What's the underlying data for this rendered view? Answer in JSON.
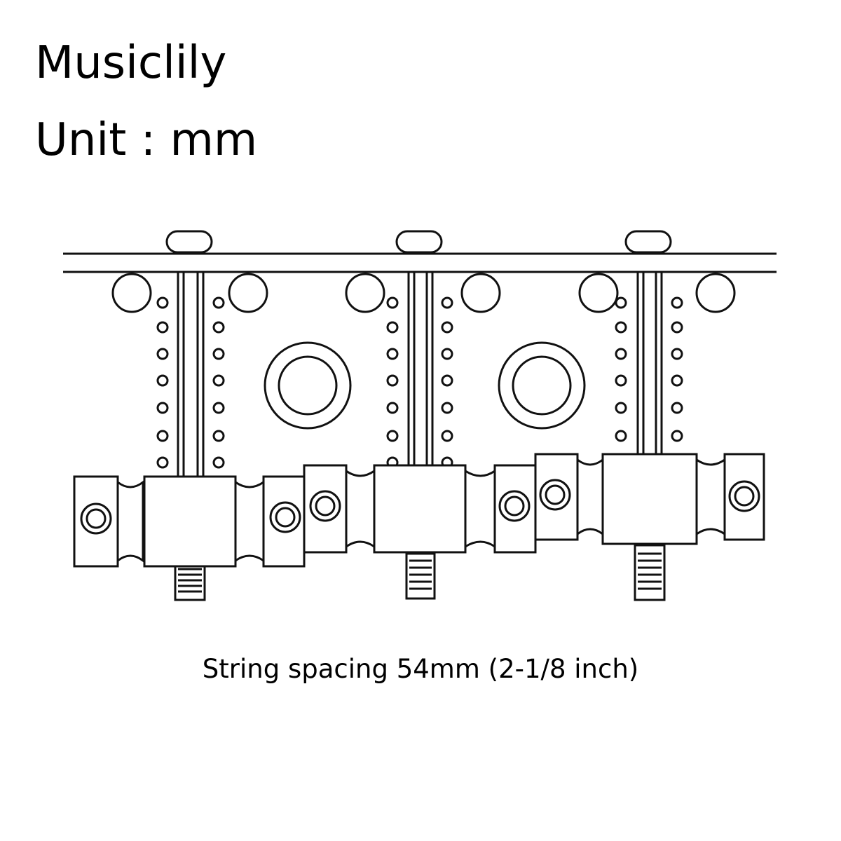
{
  "brand": "Musiclily",
  "unit_label": "Unit : mm",
  "caption": "String spacing 54mm (2-1/8 inch)",
  "diagram": {
    "subject": "bass bridge with three saddle pairs",
    "colors": {
      "stroke": "#111111",
      "fill": "#ffffff"
    }
  }
}
